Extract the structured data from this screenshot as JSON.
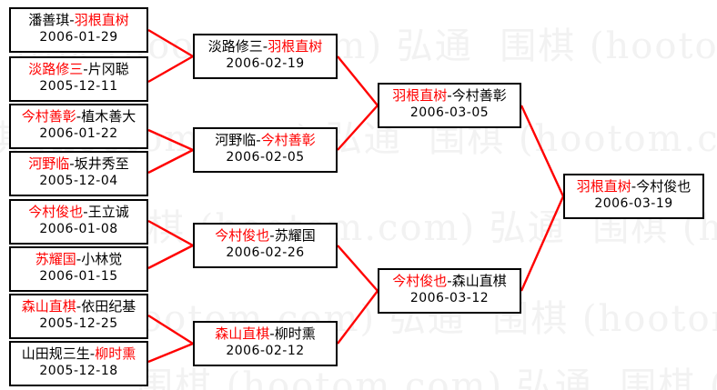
{
  "diagram": {
    "type": "single-elimination-tournament-bracket",
    "accent_color": "#ff0000",
    "line_color": "#ff0000",
    "box_border_color": "#000000",
    "background": "#ffffff",
    "watermark_text": "围棋 (hootom.com) 弘通"
  },
  "rounds": [
    {
      "name": "round-1",
      "matches": [
        {
          "left": "潘善琪",
          "left_winner": false,
          "right": "羽根直树",
          "right_winner": true,
          "date": "2006-01-29"
        },
        {
          "left": "淡路修三",
          "left_winner": true,
          "right": "片冈聪",
          "right_winner": false,
          "date": "2005-12-11"
        },
        {
          "left": "今村善彰",
          "left_winner": true,
          "right": "植木善大",
          "right_winner": false,
          "date": "2006-01-22"
        },
        {
          "left": "河野临",
          "left_winner": true,
          "right": "坂井秀至",
          "right_winner": false,
          "date": "2005-12-04"
        },
        {
          "left": "今村俊也",
          "left_winner": true,
          "right": "王立诚",
          "right_winner": false,
          "date": "2006-01-08"
        },
        {
          "left": "苏耀国",
          "left_winner": true,
          "right": "小林觉",
          "right_winner": false,
          "date": "2006-01-15"
        },
        {
          "left": "森山直棋",
          "left_winner": true,
          "right": "依田纪基",
          "right_winner": false,
          "date": "2005-12-25"
        },
        {
          "left": "山田规三生",
          "left_winner": false,
          "right": "柳时熏",
          "right_winner": true,
          "date": "2005-12-18"
        }
      ]
    },
    {
      "name": "round-2",
      "matches": [
        {
          "left": "淡路修三",
          "left_winner": false,
          "right": "羽根直树",
          "right_winner": true,
          "date": "2006-02-19"
        },
        {
          "left": "河野临",
          "left_winner": false,
          "right": "今村善彰",
          "right_winner": true,
          "date": "2006-02-05"
        },
        {
          "left": "今村俊也",
          "left_winner": true,
          "right": "苏耀国",
          "right_winner": false,
          "date": "2006-02-26"
        },
        {
          "left": "森山直棋",
          "left_winner": true,
          "right": "柳时熏",
          "right_winner": false,
          "date": "2006-02-12"
        }
      ]
    },
    {
      "name": "semifinal",
      "matches": [
        {
          "left": "羽根直树",
          "left_winner": true,
          "right": "今村善彰",
          "right_winner": false,
          "date": "2006-03-05"
        },
        {
          "left": "今村俊也",
          "left_winner": true,
          "right": "森山直棋",
          "right_winner": false,
          "date": "2006-03-12"
        }
      ]
    },
    {
      "name": "final",
      "matches": [
        {
          "left": "羽根直树",
          "left_winner": true,
          "right": "今村俊也",
          "right_winner": false,
          "date": "2006-03-19"
        }
      ]
    }
  ]
}
